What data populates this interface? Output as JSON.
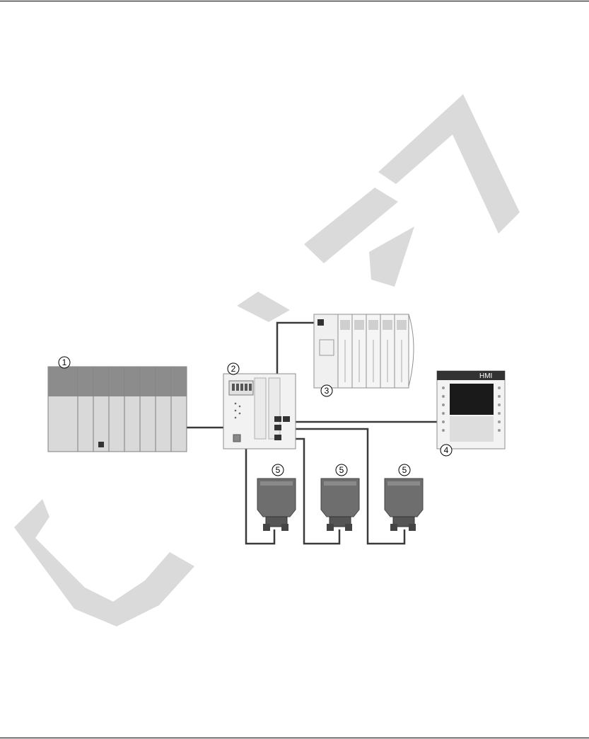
{
  "watermark": {
    "text": "DRAFT",
    "color": "#cfcfcf"
  },
  "callouts": [
    "1",
    "2",
    "3",
    "4",
    "5",
    "5",
    "5"
  ],
  "hmi_label": "HMI",
  "colors": {
    "cable": "#3a3a3a",
    "module_light": "#d9d9d9",
    "module_dark": "#8c8c8c",
    "sensor": "#6e6e6e"
  },
  "icons": [
    "rack-plc",
    "remote-io-rack",
    "hmi-panel",
    "network-switch",
    "rfid-reader"
  ]
}
